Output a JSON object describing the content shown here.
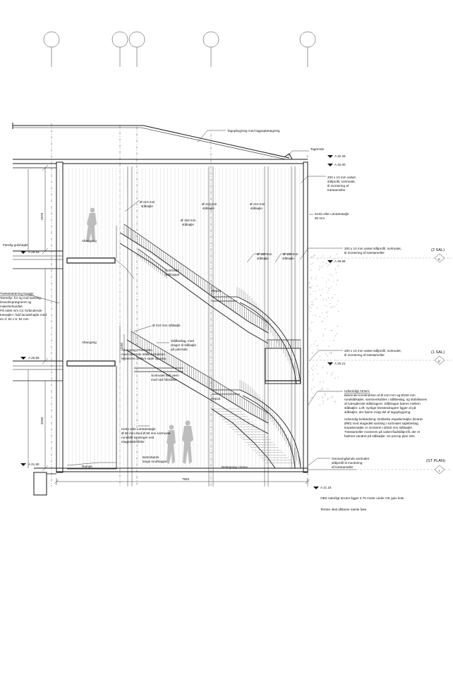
{
  "annotations": {
    "roof": "Tagopbygning med tagpaptætagning",
    "tagrende": "Tagrende",
    "ds_a": "Ø 210 mm",
    "ds_b": "stålsøjle",
    "ds_c": "Ø 150 mm",
    "ds_d": "stålsøjle",
    "ds_e": "Ø 210 mm",
    "ds_f": "stålsøjle",
    "ds_g": "Ø 210 mm",
    "ds_h": "stålsøjle",
    "ds_i": "Ø 150 mm",
    "ds_j": "stålsøjle",
    "ds_k": "Ø 150 mm",
    "ds_l": "stålsøjle",
    "stair_1a": "Sortmalet",
    "stair_1b": "ståltrappe",
    "repos_1": "Repos",
    "mid_a": "Ø 210 mm stålsøjle",
    "mid_b1": "Stålbeslag, med",
    "mid_b2": "drager til stålsøjle",
    "mid_b3": "på yderside",
    "mid_c1": "Altangang i Recholtm",
    "mid_c2": "med bærende stålkonstruktion.",
    "mid_c3": "Monteres mellem søjle og væg",
    "mid_d1": "Sortmalet stål værn",
    "mid_d2": "med rød håndliste",
    "repos_2": "Repos",
    "bench_1": "Betonbænk",
    "bench_2": "langs rundtrappe",
    "belaegning": "Belægning i beton",
    "kerto_1": "Kerto eller Limtræssøjle",
    "kerto_2": "Ø 80 mm med Ø 90 mm sortmalet",
    "kerto_3": "rundstål samlinger ved",
    "kerto_4": "etagedæksfelter",
    "altangang_top": "Altangang",
    "altangang_mid": "Altangang",
    "rampe": "Rampe",
    "dim_vert_1": "2970",
    "dim_vert_2": "3200",
    "dim_small": "1100",
    "dim_horiz": "7582",
    "obs": "OBS naturligt terræn ligger 0.75 meter under OK gulv kote",
    "terraen": "Terræn skal afklares næste fase"
  },
  "left_labels": {
    "gulvhojde": "Færdig gulvhøjde",
    "level_1": "A 28.93",
    "fac_1": "Træbeklædning facade:",
    "fac_2": "Tarmsfyr, for og nod samling,",
    "fac_3": "brandimprægneret og",
    "fac_4": "malerbehandlet.",
    "fac_5": "På 1500 mm CC forbindende",
    "fac_6": "træsøjler i fuld facadehøjde med",
    "fac_7": "en d: 82 x b: 84 mm",
    "level_2": "A 25.56",
    "level_3": "A 21.90"
  },
  "right_labels": {
    "level_top1": "A 32.26",
    "level_top2": "A 32.00",
    "prof1_1": "200 x 10 mm valset",
    "prof1_2": "stålprofil, sortmalet,",
    "prof1_3": "til montering af",
    "prof1_4": "træstameller",
    "kerto_r1": "Kertó eller Limtræssøjle",
    "kerto_r2": "90 mm",
    "prof2": "200 x 10 mm valset stålprofil, sortmalet,",
    "prof2b": "til montering af træstameller",
    "level_sal2": "A 28.58",
    "prof3": "200 x 10 mm valset stålprofil, sortmalet,",
    "prof3b": "til montering af træstameller",
    "level_sal1": "A 25.21",
    "atrium_h": "Udvendigt Atrium:",
    "atrium_1": "Bærende konstruktion af Ø 210 mm og Ø150 mm",
    "atrium_2": "rundstålsøjler, sammenkobles i stålbeslag, og stabiliseres",
    "atrium_3": "af tværgående ståldragere. Ståltrappe bæres mellem",
    "atrium_4": "stålsøjler. Loft: synlige limtræsdragere ligger af på",
    "atrium_5": "stålsøjler, der bærer evigt del af tagopbygning.",
    "bek_1": "Udvendig beklædning: Dobbelte espalier/søjler (limtræ",
    "bek_2": "Ø90) med etagedelt samling i sortmalet søjlebeslag.",
    "bek_3": "Espaliersøjler er monteret i Ø150 mm stålsøjler.",
    "bek_4": "Træstameller monteres på valset fladstålprofil, der er",
    "bek_5": "fastmet vandret på stålsøjler. Se princip plan S01",
    "gen_1": "Gennemgående sortmalet",
    "gen_2": "stålprofil til montering",
    "gen_3": "af træstameller",
    "level_bot": "A 21.15"
  },
  "levels": {
    "sal2": "(2 SAL)",
    "sal2_tag": "II",
    "sal1": "(1 SAL)",
    "sal1_tag": "II",
    "stplan": "(ST PLAN)",
    "stplan_tag": "I"
  }
}
